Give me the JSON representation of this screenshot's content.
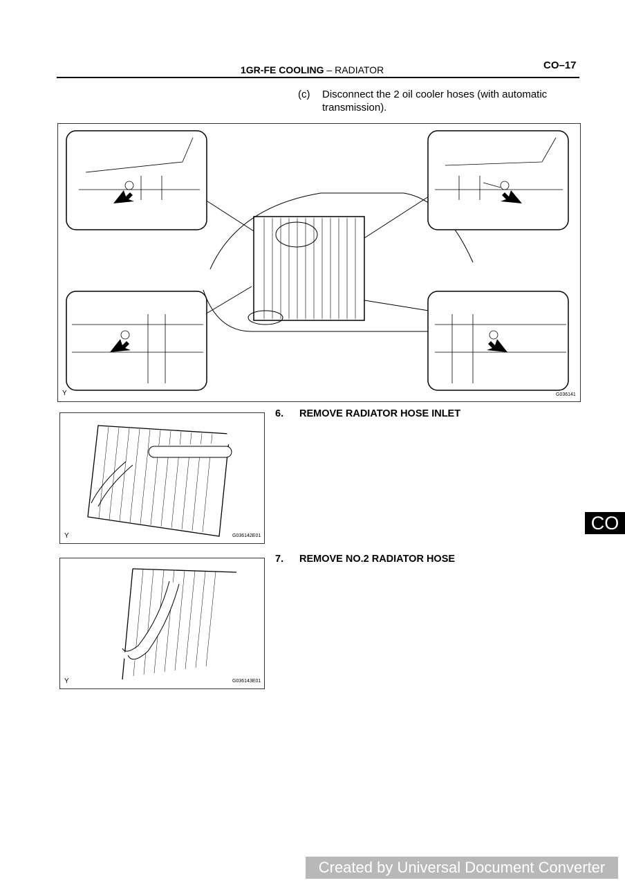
{
  "header": {
    "section_bold": "1GR-FE COOLING",
    "separator": "–",
    "section_rest": "RADIATOR",
    "page_number": "CO–17"
  },
  "step_c": {
    "label": "(c)",
    "text": "Disconnect the 2 oil cooler hoses (with automatic transmission)."
  },
  "figure_1": {
    "code": "G036141",
    "corner_letter": "Y"
  },
  "step_6": {
    "number": "6.",
    "text": "REMOVE RADIATOR HOSE INLET"
  },
  "figure_2": {
    "code": "G036142E01",
    "corner_letter": "Y"
  },
  "step_7": {
    "number": "7.",
    "text": "REMOVE NO.2 RADIATOR HOSE"
  },
  "figure_3": {
    "code": "G036143E01",
    "corner_letter": "Y"
  },
  "side_tab": {
    "label": "CO"
  },
  "watermark": {
    "text": "Created by Universal Document Converter"
  }
}
